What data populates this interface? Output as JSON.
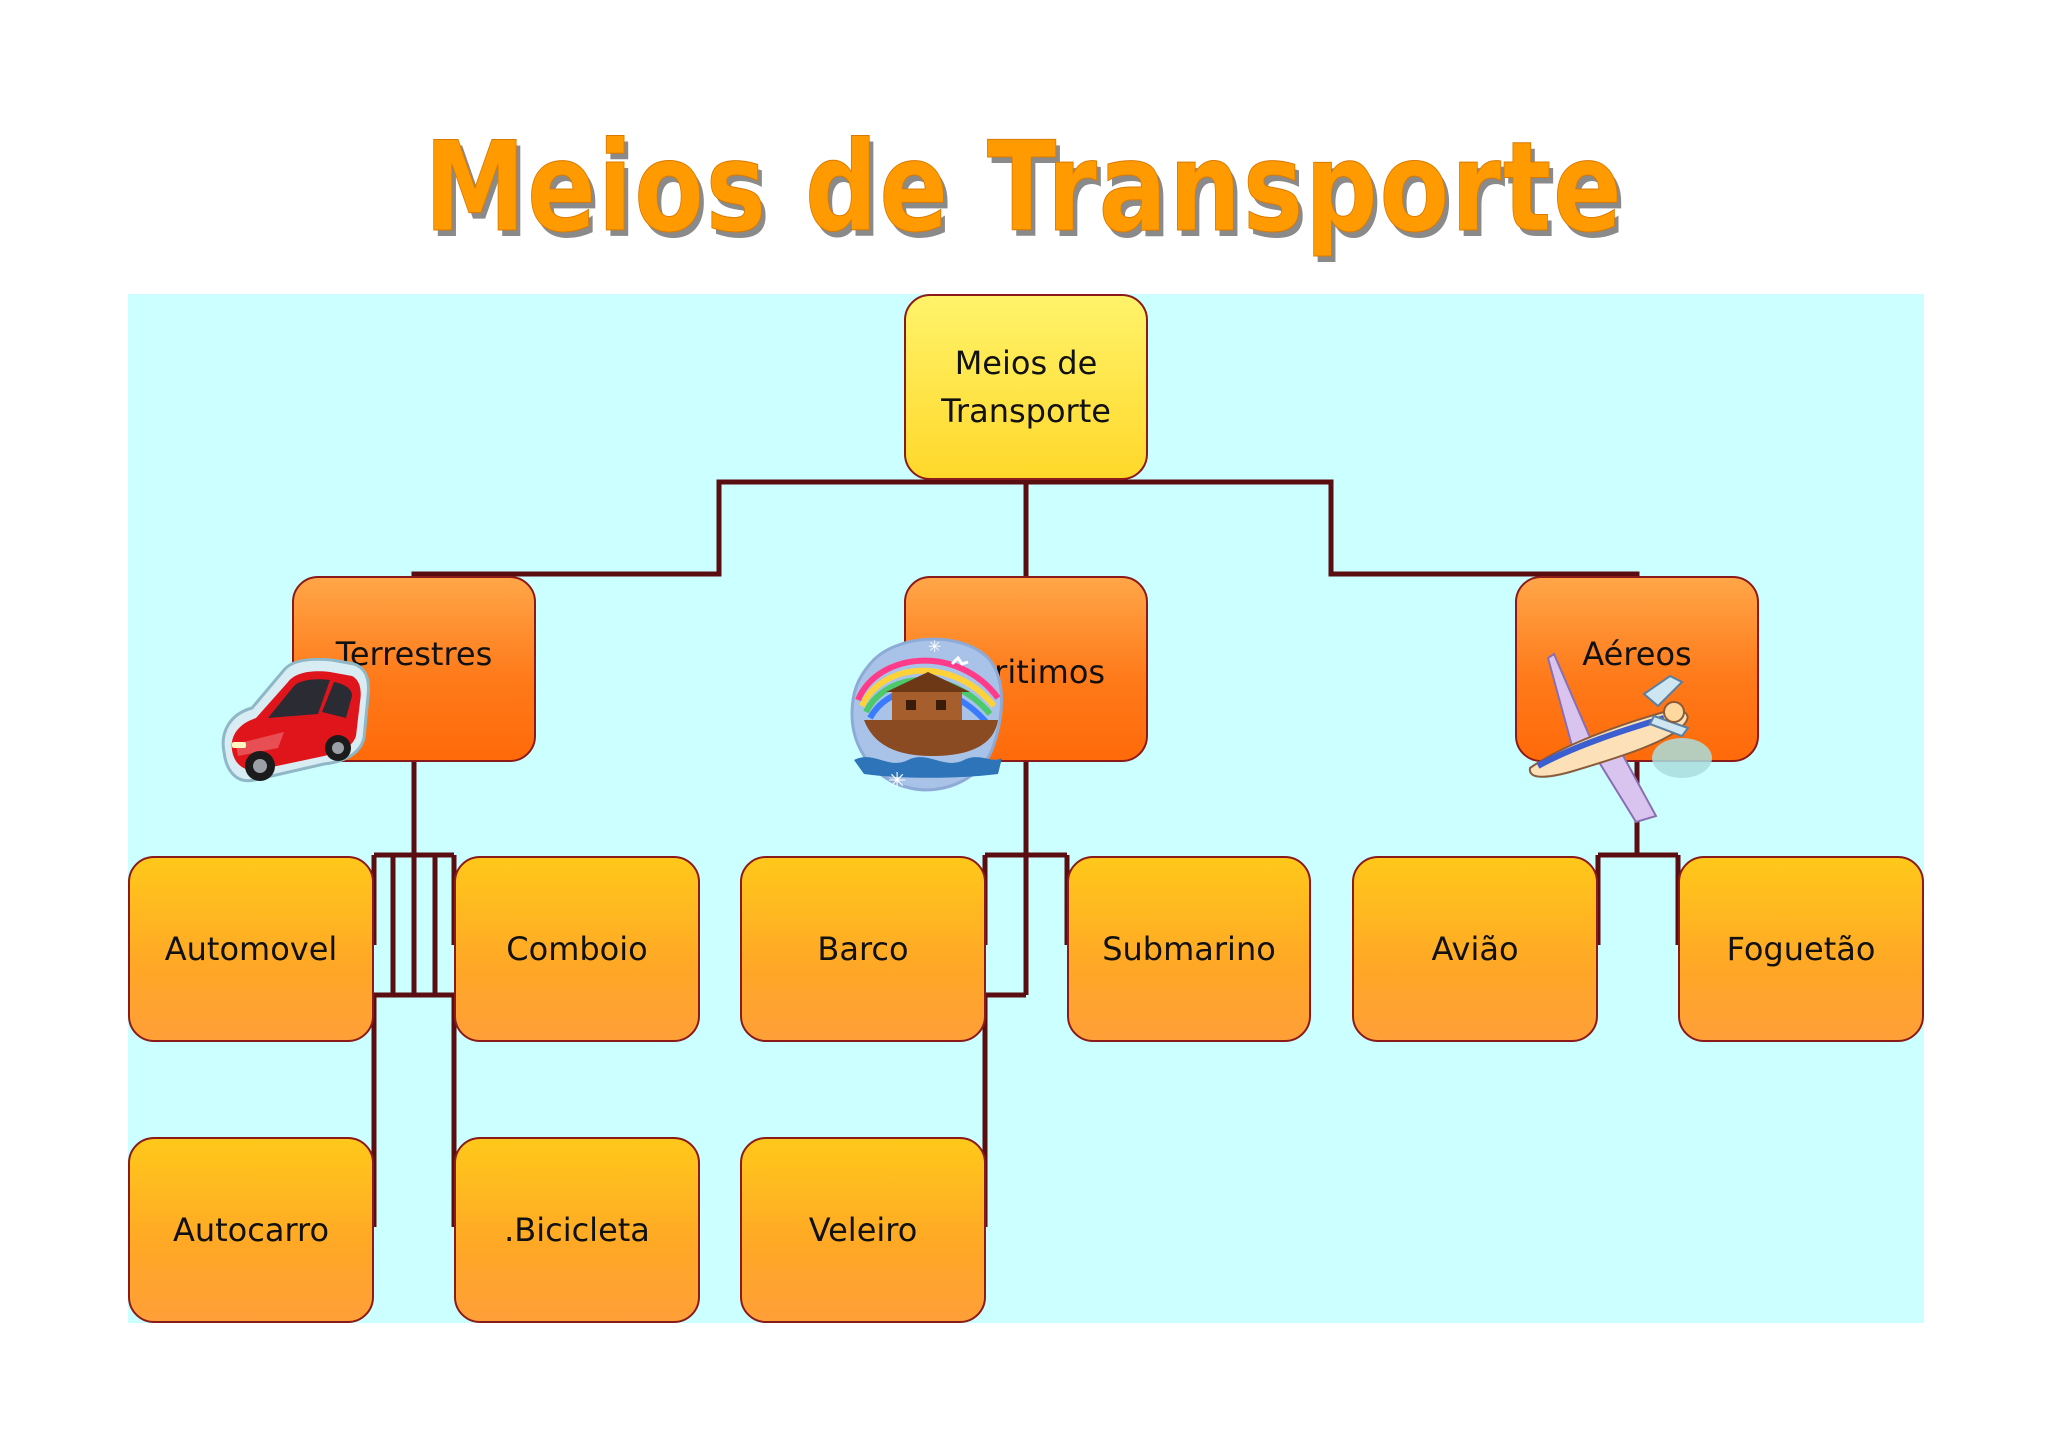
{
  "title": "Meios de Transporte",
  "root": {
    "label_line1": "Meios de",
    "label_line2": "Transporte"
  },
  "categories": [
    {
      "label": "Terrestres",
      "icon": "red-car-icon"
    },
    {
      "label": "Maritimos",
      "icon": "noahs-ark-icon"
    },
    {
      "label": "Aéreos",
      "icon": "airplane-icon"
    }
  ],
  "leaves": {
    "terrestres": [
      "Automovel",
      "Comboio",
      "Autocarro",
      ".Bicicleta"
    ],
    "maritimos": [
      "Barco",
      "Submarino",
      "Veleiro"
    ],
    "aereos": [
      "Avião",
      "Foguetão"
    ]
  },
  "colors": {
    "title": "#ff9a00",
    "panel": "#ccffff",
    "connector": "#5a0e12",
    "border": "#8b1a1a",
    "root_fill": "#ffe53a",
    "category_fill": "#ff7a1a",
    "leaf_fill": "#ffb020"
  }
}
